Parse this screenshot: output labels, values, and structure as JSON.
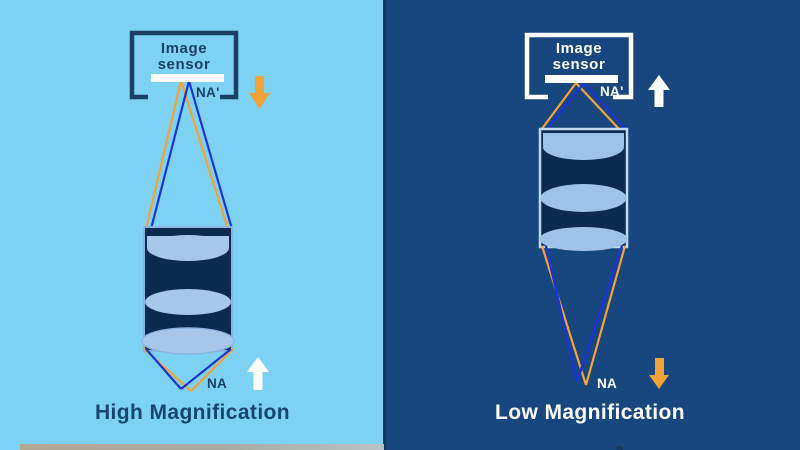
{
  "panels": [
    {
      "id": "high-magnification",
      "title": "High Magnification",
      "sensor_label": "Image\nsensor",
      "na_prime_label": "NA'",
      "na_label": "NA",
      "background": "#7DD2F4",
      "text_color": "#1D3F66",
      "top_arrow": {
        "direction": "down",
        "color": "#F2A337"
      },
      "bottom_arrow": {
        "direction": "up",
        "color": "#FFFFFF"
      }
    },
    {
      "id": "low-magnification",
      "title": "Low Magnification",
      "sensor_label": "Image\nsensor",
      "na_prime_label": "NA'",
      "na_label": "NA",
      "background": "#17477E",
      "text_color": "#FFFFFF",
      "top_arrow": {
        "direction": "up",
        "color": "#FFFFFF"
      },
      "bottom_arrow": {
        "direction": "down",
        "color": "#F2A337"
      }
    }
  ],
  "colors": {
    "left_background": "#7DD2F4",
    "right_background": "#17477E",
    "divider": "#0F3560",
    "navy_outline": "#1D3F66",
    "title_navy": "#17456F",
    "orange": "#F2A337",
    "ray_blue": "#1B35D4",
    "lens_interior": "#0C2A50",
    "lens_element_light": "#A6C6EA",
    "lens_outline_left": "#8AB4E0",
    "lens_outline_right": "#C2D9F0",
    "white": "#FFFFFF",
    "bottom_strip_tan": "#B3A593",
    "bottom_strip_gray": "#A8AAA2"
  }
}
